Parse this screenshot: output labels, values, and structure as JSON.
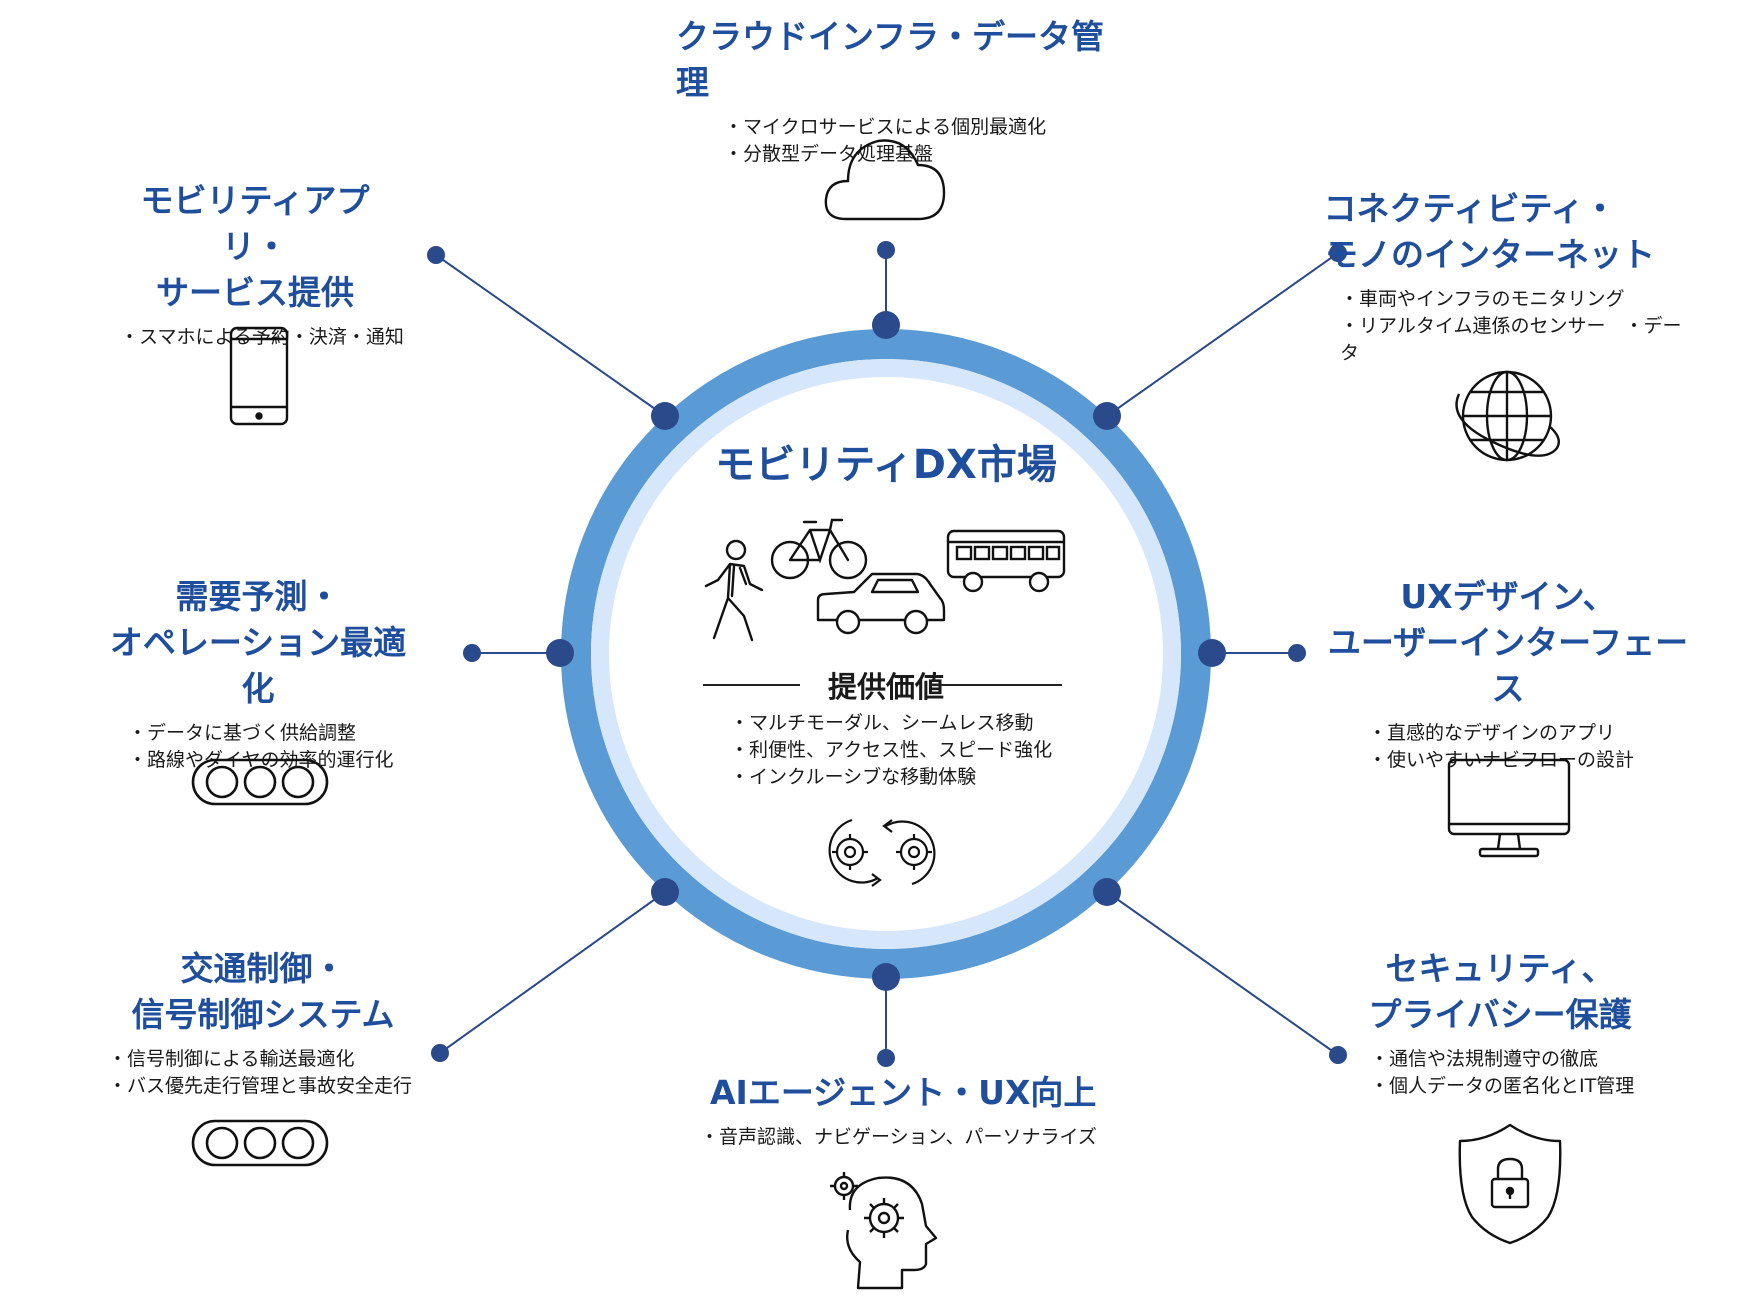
{
  "colors": {
    "ring_outer": "#5b9bd5",
    "ring_inner": "#d6e7fb",
    "dot": "#2a4a8c",
    "title": "#1f4e9c"
  },
  "center": {
    "title": "モビリティDX市場",
    "value_title": "提供価値",
    "value_bullets": [
      "マルチモーダル、シームレス移動",
      "利便性、アクセス性、スピード強化",
      "インクルーシブな移動体験"
    ],
    "icons": [
      "pedestrian-icon",
      "bicycle-icon",
      "car-icon",
      "bus-icon",
      "gears-cycle-icon"
    ]
  },
  "nodes": {
    "cloud": {
      "title": "クラウドインフラ・データ管理",
      "bullets": [
        "マイクロサービスによる個別最適化",
        "分散型データ処理基盤"
      ],
      "icon": "cloud-icon"
    },
    "mobility_app": {
      "title_lines": [
        "モビリティアプリ・",
        "サービス提供"
      ],
      "bullets": [
        "スマホによる予約・決済・通知"
      ],
      "icon": "smartphone-icon"
    },
    "connectivity": {
      "title_lines": [
        "コネクティビティ・",
        "モノのインターネット"
      ],
      "bullets": [
        "車両やインフラのモニタリング",
        "リアルタイム連係のセンサー　・データ"
      ],
      "icon": "globe-icon"
    },
    "demand": {
      "title_lines": [
        "需要予測・",
        "オペレーション最適化"
      ],
      "bullets": [
        "データに基づく供給調整",
        "路線やダイヤの効率的運行化"
      ],
      "icon": "traffic-light-icon"
    },
    "ux": {
      "title_lines": [
        "UXデザイン、",
        "ユーザーインターフェース"
      ],
      "bullets": [
        "直感的なデザインのアプリ",
        "使いやすいナビフローの設計"
      ],
      "icon": "monitor-icon"
    },
    "traffic": {
      "title_lines": [
        "交通制御・",
        "信号制御システム"
      ],
      "bullets": [
        "信号制御による輸送最適化",
        "バス優先走行管理と事故安全走行"
      ],
      "icon": "traffic-light-icon"
    },
    "security": {
      "title_lines": [
        "セキュリティ、",
        "プライバシー保護"
      ],
      "bullets": [
        "通信や法規制遵守の徹底",
        "個人データの匿名化とIT管理"
      ],
      "icon": "shield-lock-icon"
    },
    "ai": {
      "title": "AIエージェント・UX向上",
      "bullets": [
        "音声認識、ナビゲーション、パーソナライズ"
      ],
      "icon": "brain-gear-icon"
    }
  }
}
